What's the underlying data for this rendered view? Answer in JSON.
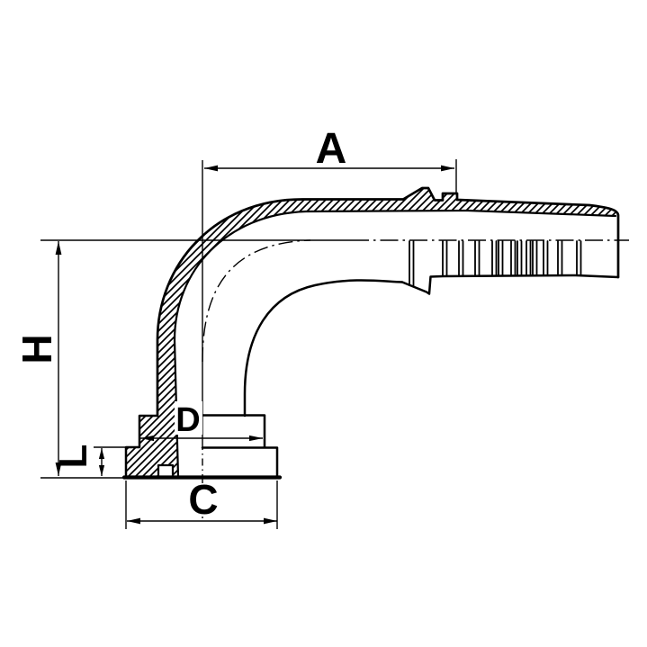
{
  "diagram": {
    "kind": "technical-line-drawing",
    "subject": "90-degree-flange-hose-fitting-half-section",
    "background_color": "#ffffff",
    "line_color": "#000000",
    "labels": {
      "a": "A",
      "h": "H",
      "d": "D",
      "l": "L",
      "c": "C"
    }
  }
}
